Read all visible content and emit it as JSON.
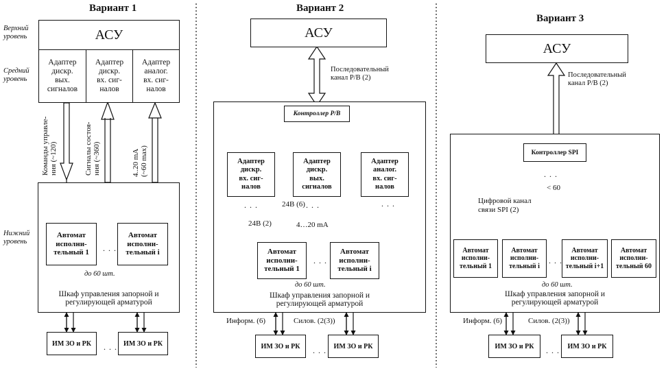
{
  "v1": {
    "title": "Вариант 1",
    "level_top": "Верхний\nуровень",
    "level_mid": "Средний\nуровень",
    "level_low": "Нижний\nуровень",
    "asu": "АСУ",
    "adapter1": "Адаптер\nдискр.\nвых.\nсигналов",
    "adapter2": "Адаптер\nдискр.\nвх. сиг-\nналов",
    "adapter3": "Адаптер\nаналог.\nвх. сиг-\nналов",
    "cmd_label": "Команды управле-\nния (~120)",
    "state_label": "Сигналы состоя-\nния (~360)",
    "analog_label": "4..20 mA\n(~60 max)",
    "auto1": "Автомат\nисполни-\nтельный 1",
    "autoi": "Автомат\nисполни-\nтельный i",
    "dots": ". . .",
    "count": "до 60 шт.",
    "cabinet": "Шкаф управления запорной и\nрегулирующей арматурой",
    "im1": "ИМ ЗО и РК",
    "im2": "ИМ ЗО и РК"
  },
  "v2": {
    "title": "Вариант 2",
    "asu": "АСУ",
    "channel": "Последовательный\nканал P/B (2)",
    "controller": "Контроллер P/B",
    "adapter1": "Адаптер\nдискр.\nвх. сиг-\nналов",
    "adapter2": "Адаптер\nдискр.\nвых.\nсигналов",
    "adapter3": "Адаптер\nаналог.\nвх. сиг-\nналов",
    "lbl_24b2": "24В (2)",
    "lbl_24b6": "24В (6)",
    "lbl_420": "4…20 mA",
    "auto1": "Автомат\nисполни-\nтельный 1",
    "autoi": "Автомат\nисполни-\nтельный i",
    "dots": ". . .",
    "count": "до 60 шт.",
    "cabinet": "Шкаф управления запорной и\nрегулирующей арматурой",
    "inform": "Информ. (6)",
    "power": "Силов. (2(3))",
    "im1": "ИМ ЗО и РК",
    "im2": "ИМ ЗО и РК"
  },
  "v3": {
    "title": "Вариант 3",
    "asu": "АСУ",
    "channel": "Последовательный\nканал P/B (2)",
    "controller": "Контроллер SPI",
    "lt60": "< 60",
    "spi_channel": "Цифровой канал\nсвязи SPI (2)",
    "auto1": "Автомат\nисполни-\nтельный 1",
    "autoi": "Автомат\nисполни-\nтельный i",
    "autoi1": "Автомат\nисполни-\nтельный i+1",
    "auto60": "Автомат\nисполни-\nтельный 60",
    "dots": ". . .",
    "count": "до 60 шт.",
    "cabinet": "Шкаф управления запорной и\nрегулирующей арматурой",
    "inform": "Информ. (6)",
    "power": "Силов. (2(3))",
    "im1": "ИМ ЗО и РК",
    "im2": "ИМ ЗО и РК"
  }
}
